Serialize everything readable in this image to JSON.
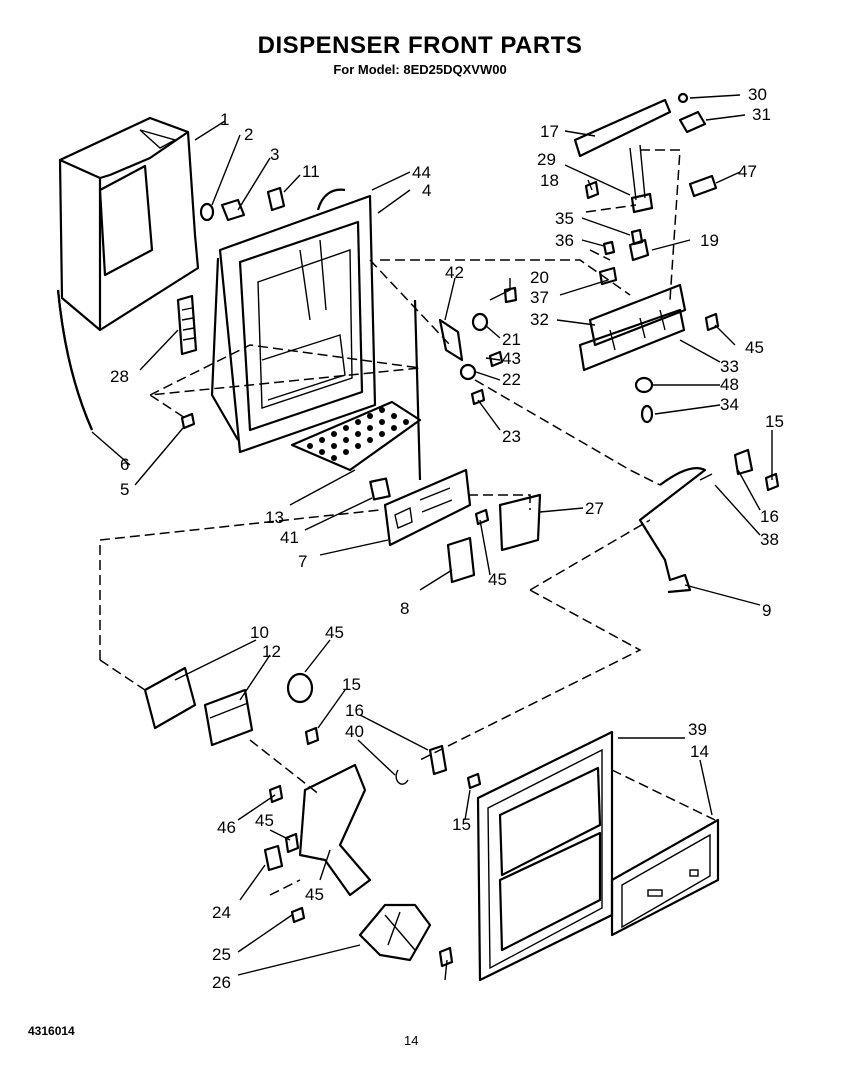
{
  "header": {
    "title": "DISPENSER FRONT PARTS",
    "subtitle": "For Model: 8ED25DQXVW00"
  },
  "footer": {
    "doc_number": "4316014",
    "page_number": "14"
  },
  "callouts": [
    "1",
    "2",
    "3",
    "11",
    "44",
    "4",
    "28",
    "6",
    "5",
    "30",
    "31",
    "17",
    "29",
    "47",
    "18",
    "35",
    "36",
    "19",
    "42",
    "20",
    "37",
    "21",
    "32",
    "45",
    "43",
    "22",
    "33",
    "48",
    "34",
    "23",
    "13",
    "41",
    "7",
    "27",
    "45",
    "8",
    "15",
    "16",
    "38",
    "9",
    "10",
    "12",
    "45",
    "15",
    "16",
    "40",
    "39",
    "14",
    "46",
    "45",
    "15",
    "24",
    "45",
    "25",
    "26"
  ]
}
